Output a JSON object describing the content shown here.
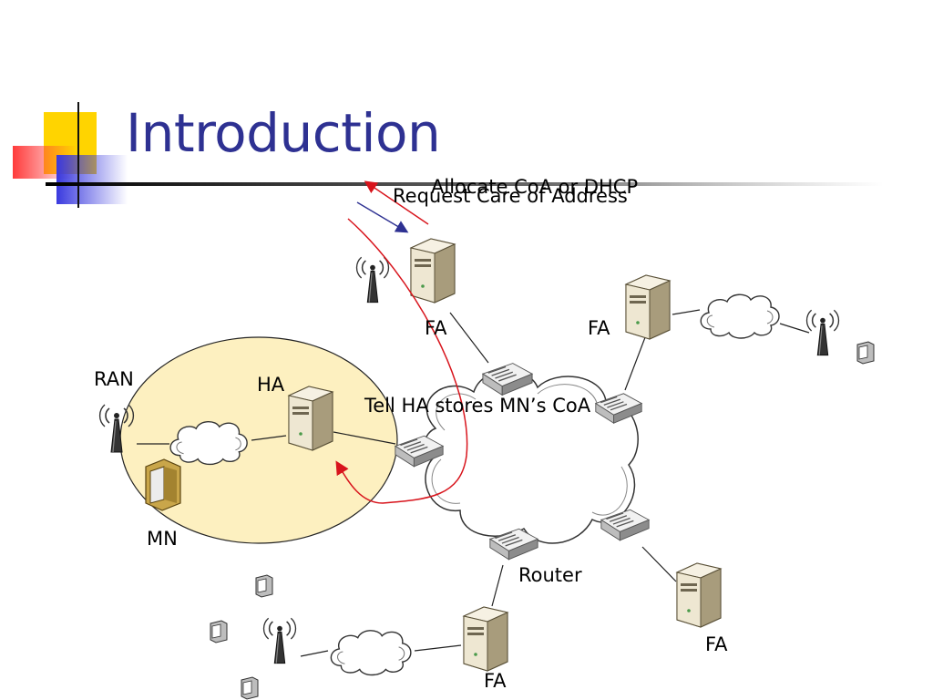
{
  "slide": {
    "title": "Introduction"
  },
  "labels": {
    "allocate": "Allocate CoA or DHCP",
    "request": "Request  Care of Address",
    "tell_ha": "Tell HA stores MN’s CoA",
    "ran": "RAN",
    "ha": "HA",
    "mn": "MN",
    "router": "Router",
    "fa_top": "FA",
    "fa_top_right": "FA",
    "fa_bottom_right": "FA",
    "fa_bottom": "FA"
  },
  "colors": {
    "title": "#2e3192",
    "home_area": "#fdf0c0",
    "arrow_red": "#d8141c",
    "arrow_blue": "#2e3192"
  }
}
